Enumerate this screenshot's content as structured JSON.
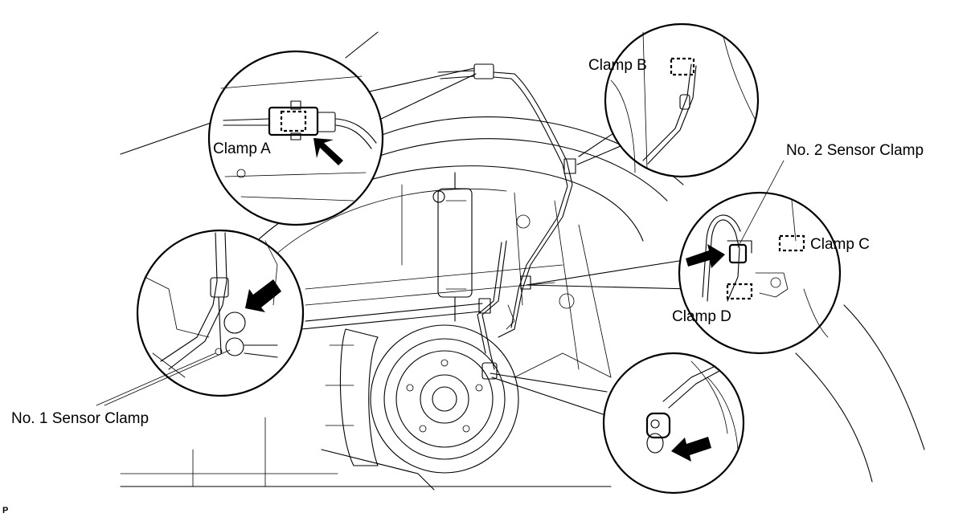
{
  "labels": {
    "clamp_a": "Clamp A",
    "clamp_b": "Clamp B",
    "clamp_c": "Clamp C",
    "clamp_d": "Clamp D",
    "no2_sensor_clamp": "No. 2 Sensor Clamp",
    "no1_sensor_clamp": "No. 1 Sensor Clamp"
  },
  "corner_mark": "P"
}
